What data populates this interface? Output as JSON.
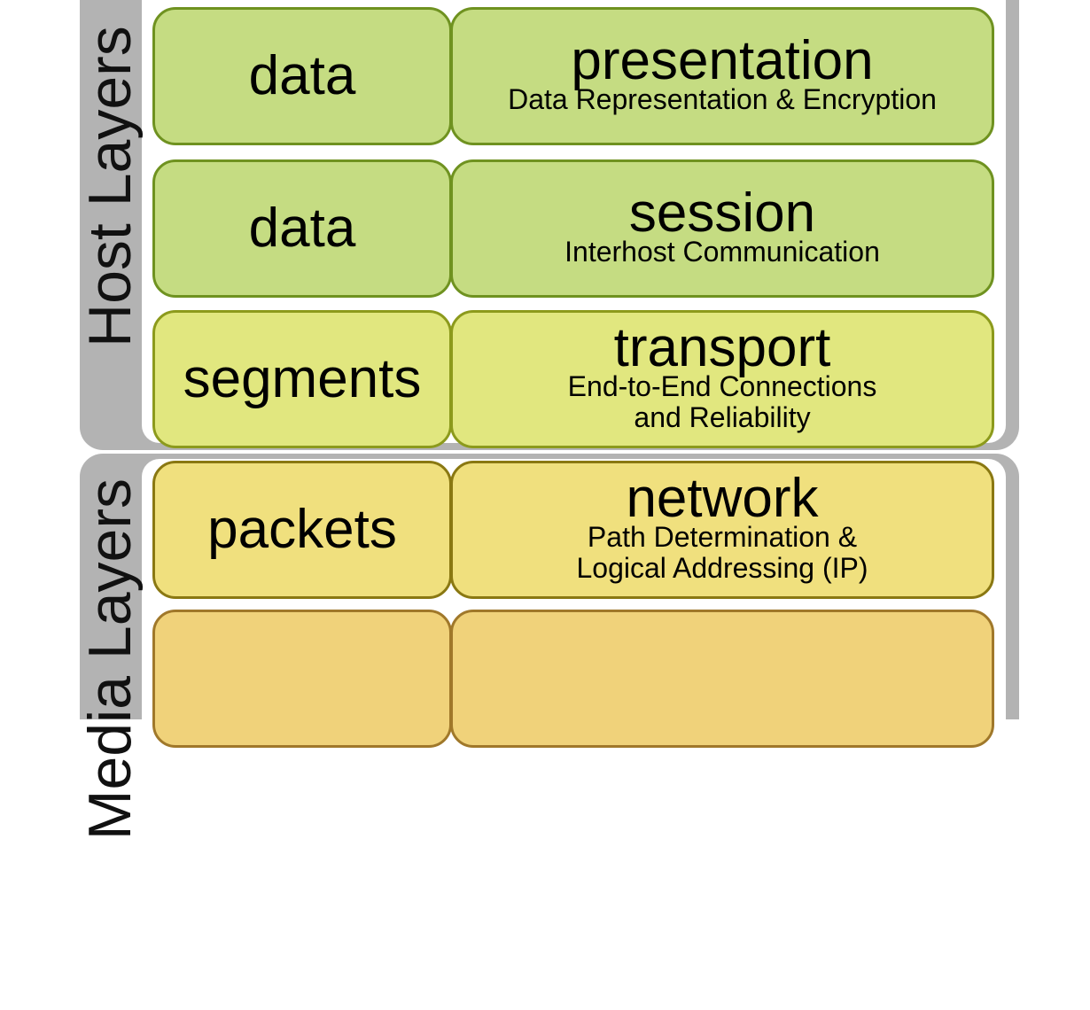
{
  "groups": {
    "host": "Host Layers",
    "media": "Media Layers"
  },
  "layers": [
    {
      "unit": "data",
      "name": "presentation",
      "desc": [
        "Data Representation & Encryption"
      ],
      "fill": "#c5dc82",
      "stroke": "#6f9220"
    },
    {
      "unit": "data",
      "name": "session",
      "desc": [
        "Interhost Communication"
      ],
      "fill": "#c5dc82",
      "stroke": "#6f9220"
    },
    {
      "unit": "segments",
      "name": "transport",
      "desc": [
        "End-to-End Connections",
        "and Reliability"
      ],
      "fill": "#e1e77f",
      "stroke": "#8c9a1c"
    },
    {
      "unit": "packets",
      "name": "network",
      "desc": [
        "Path Determination &",
        "Logical Addressing (IP)"
      ],
      "fill": "#f0e07e",
      "stroke": "#8a7812"
    },
    {
      "unit": "",
      "name": "",
      "desc": [],
      "fill": "#f0d27a",
      "stroke": "#a0782a"
    }
  ]
}
